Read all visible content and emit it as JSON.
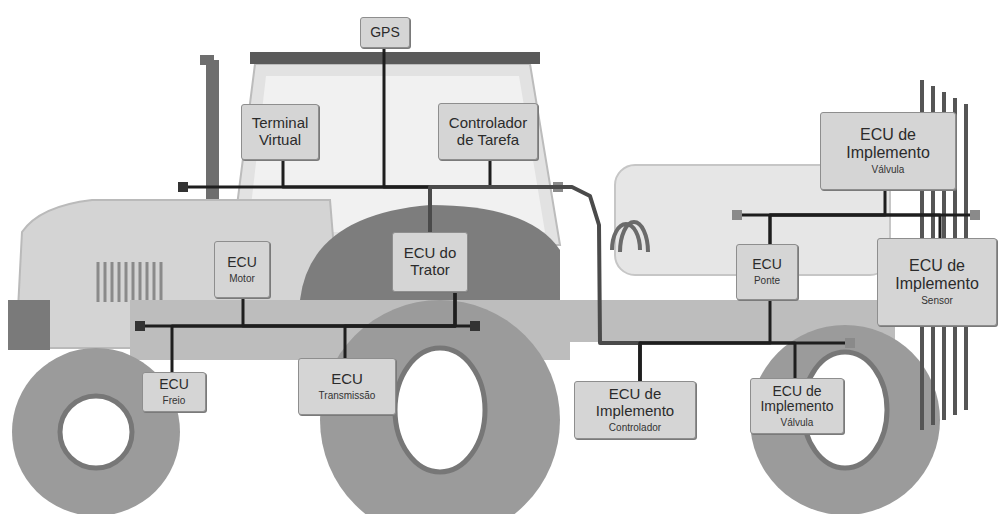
{
  "diagram": {
    "nodes": [
      {
        "text": [
          "GPS"
        ]
      },
      {
        "text": [
          "Terminal Virtual"
        ]
      },
      {
        "text": [
          "Controlador de Tarefa"
        ]
      },
      {
        "text": [
          "ECU do Trator"
        ]
      },
      {
        "text": [
          "ECU",
          "Motor"
        ]
      },
      {
        "text": [
          "ECU",
          "Freio"
        ]
      },
      {
        "text": [
          "ECU",
          "Transmissão"
        ]
      },
      {
        "text": [
          "ECU de Implemento",
          "Válvula"
        ]
      },
      {
        "text": [
          "ECU",
          "Ponte"
        ]
      },
      {
        "text": [
          "ECU de Implemento",
          "Sensor"
        ]
      },
      {
        "text": [
          "ECU de Implemento",
          "Controlador"
        ]
      },
      {
        "text": [
          "ECU de Implemento",
          "Válvula"
        ]
      }
    ],
    "edges": [
      {
        "from": 3,
        "to": 0,
        "arrow": "none"
      },
      {
        "from": 3,
        "to": 1,
        "arrow": "none"
      },
      {
        "from": 3,
        "to": 2,
        "arrow": "none"
      },
      {
        "from": 3,
        "to": 4,
        "arrow": "none"
      },
      {
        "from": 3,
        "to": 5,
        "arrow": "none"
      },
      {
        "from": 3,
        "to": 6,
        "arrow": "none"
      },
      {
        "from": 3,
        "to": 10,
        "arrow": "none"
      },
      {
        "from": 10,
        "to": 8,
        "arrow": "none"
      },
      {
        "from": 10,
        "to": 11,
        "arrow": "none"
      },
      {
        "from": 8,
        "to": 7,
        "arrow": "none"
      },
      {
        "from": 8,
        "to": 9,
        "arrow": "none"
      }
    ]
  }
}
